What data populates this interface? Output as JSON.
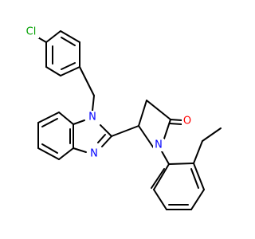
{
  "molecule": {
    "atoms": {
      "cl": {
        "label": "Cl",
        "color": "#00a000"
      },
      "n_top": {
        "label": "N",
        "color": "#0000ff"
      },
      "n_bottom": {
        "label": "N",
        "color": "#0000ff"
      },
      "n_ring": {
        "label": "N",
        "color": "#0000ff"
      },
      "o": {
        "label": "O",
        "color": "#ff0000"
      }
    }
  }
}
